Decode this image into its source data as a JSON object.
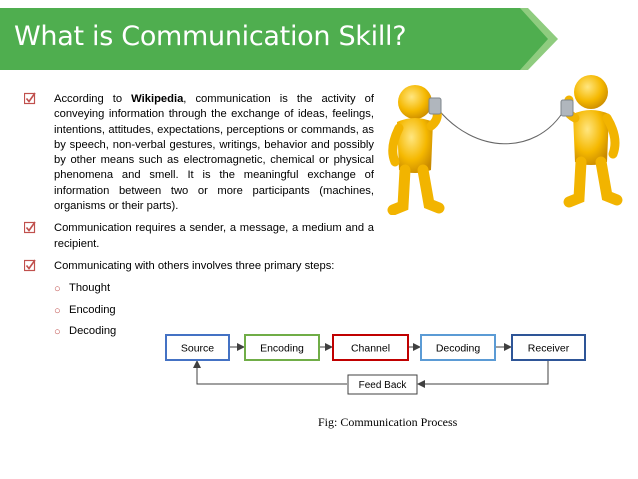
{
  "slide": {
    "title": "What is Communication Skill?",
    "colors": {
      "banner": "#4fae4f",
      "banner_tip": "#8fcc7f",
      "bullet": "#c0504d"
    }
  },
  "bullets": [
    {
      "prefix": "According to ",
      "bold": "Wikipedia",
      "text": ", communication is the activity of conveying information through the exchange of ideas, feelings, intentions, attitudes, expectations, perceptions or commands, as by speech, non-verbal gestures, writings, behavior and possibly by other means such as electromagnetic, chemical or physical phenomena and smell. It is the meaningful exchange of information between two or more participants (machines, organisms or their parts)."
    },
    {
      "text": "Communication requires a sender, a message, a medium and a recipient."
    },
    {
      "text": "Communicating with others involves three primary steps:"
    }
  ],
  "steps": [
    "Thought",
    "Encoding",
    "Decoding"
  ],
  "diagram": {
    "boxes": [
      {
        "label": "Source",
        "color": "#4472c4"
      },
      {
        "label": "Encoding",
        "color": "#70ad47"
      },
      {
        "label": "Channel",
        "color": "#c00000"
      },
      {
        "label": "Decoding",
        "color": "#5b9bd5"
      },
      {
        "label": "Receiver",
        "color": "#2e5597"
      }
    ],
    "feedback": "Feed Back",
    "caption": "Fig: Communication Process"
  },
  "icons": {
    "bullet": "checkbox-icon",
    "sub_bullet": "circle-icon",
    "illustration": "tin-can-phone-figures"
  }
}
